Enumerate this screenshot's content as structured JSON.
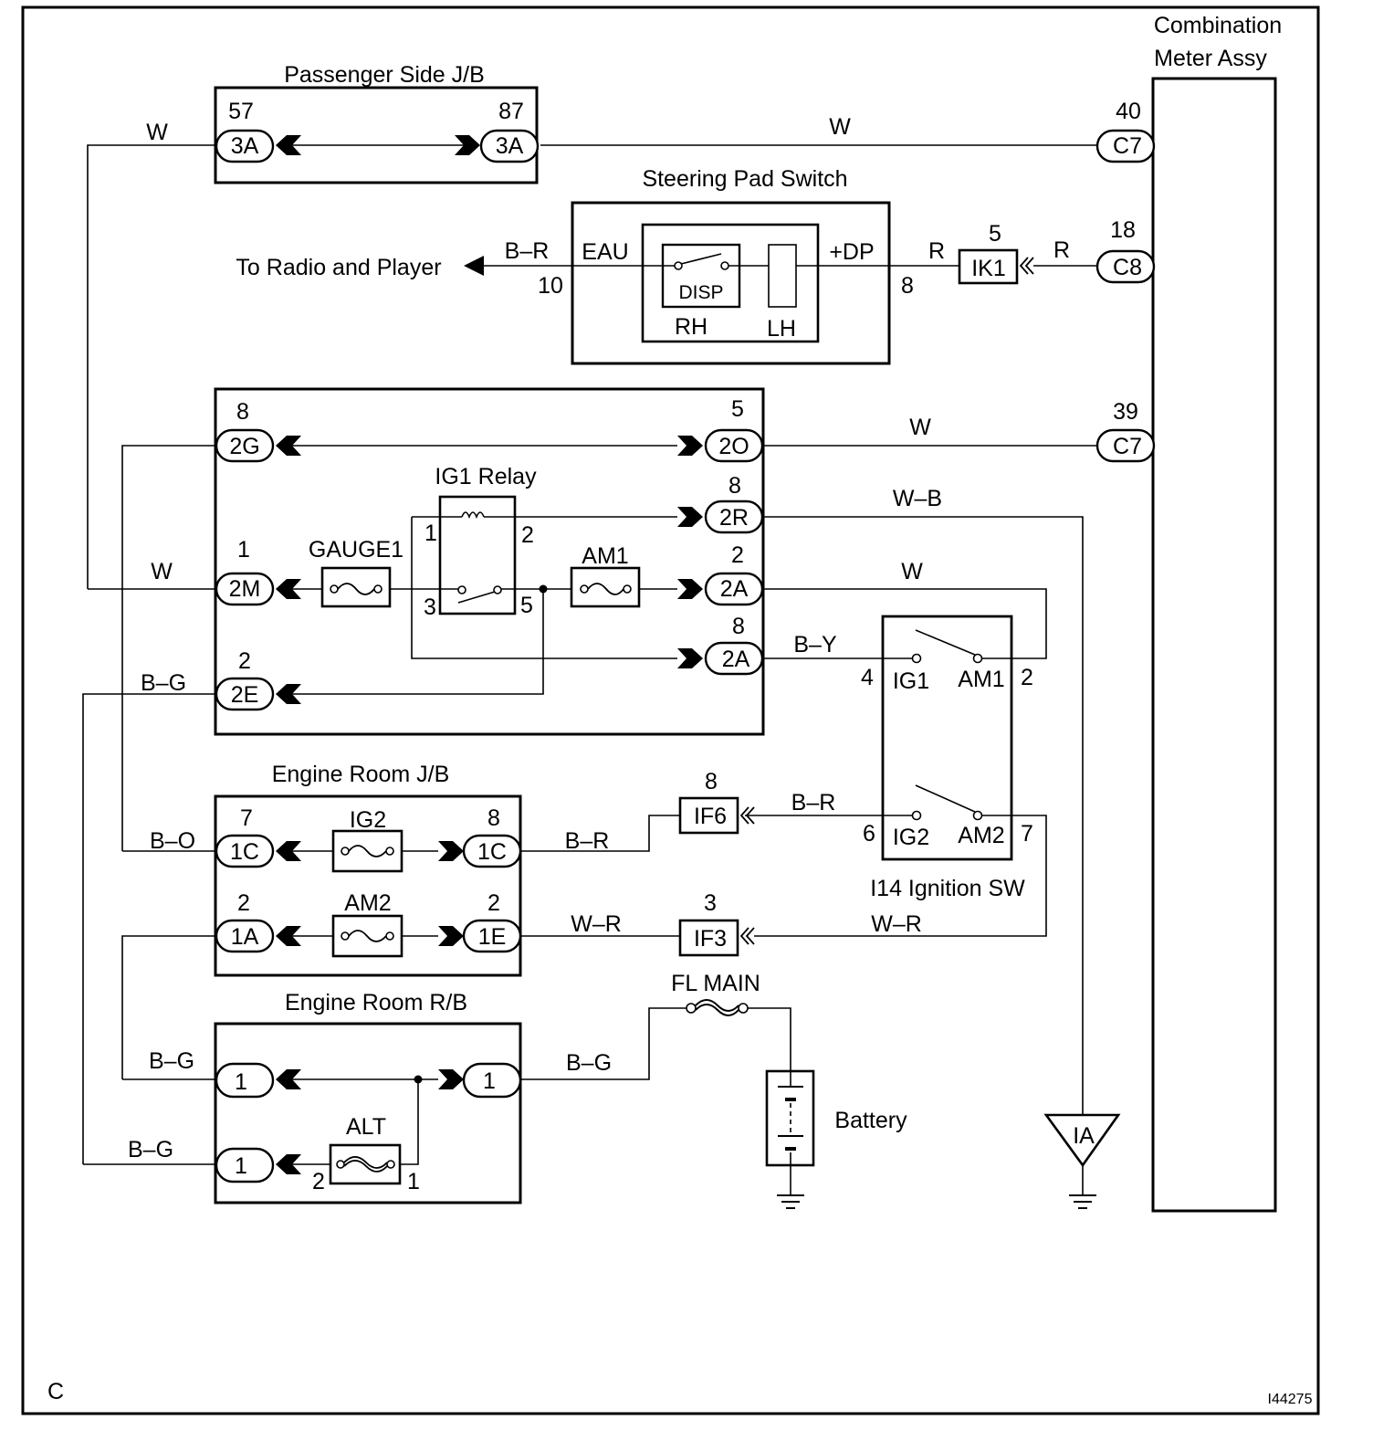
{
  "diagram_id": "I44275",
  "corner_label": "C",
  "components": {
    "passenger_jb": "Passenger Side J/B",
    "steering_pad_switch": "Steering Pad Switch",
    "combination_meter": [
      "Combination",
      "Meter Assy"
    ],
    "ig1_relay": "IG1 Relay",
    "engine_room_jb": "Engine Room J/B",
    "engine_room_rb": "Engine Room R/B",
    "ignition_sw": "I14 Ignition SW",
    "battery": "Battery",
    "to_radio": "To Radio and Player"
  },
  "fuses": {
    "gauge1": "GAUGE1",
    "am1": "AM1",
    "ig2": "IG2",
    "am2": "AM2",
    "alt": "ALT",
    "fl_main": "FL MAIN"
  },
  "switch_labels": {
    "disp": "DISP",
    "rh": "RH",
    "lh": "LH",
    "eau": "EAU",
    "dp": "+DP",
    "ig1": "IG1",
    "am1": "AM1",
    "ig2": "IG2",
    "am2": "AM2"
  },
  "connectors": {
    "pj_left": {
      "pin": "57",
      "code": "3A"
    },
    "pj_right": {
      "pin": "87",
      "code": "3A"
    },
    "meter_c7_top": {
      "pin": "40",
      "code": "C7"
    },
    "meter_c8": {
      "pin": "18",
      "code": "C8"
    },
    "meter_c7_mid": {
      "pin": "39",
      "code": "C7"
    },
    "ik1": {
      "pin": "5",
      "code": "IK1"
    },
    "c2g": {
      "pin": "8",
      "code": "2G"
    },
    "c2o": {
      "pin": "5",
      "code": "2O"
    },
    "c2r": {
      "pin": "8",
      "code": "2R"
    },
    "c2m": {
      "pin": "1",
      "code": "2M"
    },
    "c2a_top": {
      "pin": "2",
      "code": "2A"
    },
    "c2a_bot": {
      "pin": "8",
      "code": "2A"
    },
    "c2e": {
      "pin": "2",
      "code": "2E"
    },
    "c1c_left": {
      "pin": "7",
      "code": "1C"
    },
    "c1c_right": {
      "pin": "8",
      "code": "1C"
    },
    "c1a": {
      "pin": "2",
      "code": "1A"
    },
    "c1e": {
      "pin": "2",
      "code": "1E"
    },
    "if6": {
      "pin": "8",
      "code": "IF6"
    },
    "if3": {
      "pin": "3",
      "code": "IF3"
    },
    "rb_top_left": "1",
    "rb_top_right": "1",
    "rb_bot_left": "1",
    "ia": "IA"
  },
  "pins": {
    "eau_pin": "10",
    "dp_pin": "8",
    "relay_1": "1",
    "relay_2": "2",
    "relay_3": "3",
    "relay_5": "5",
    "sw_4": "4",
    "sw_2": "2",
    "sw_6": "6",
    "sw_7": "7",
    "alt_2": "2",
    "alt_1": "1"
  },
  "wires": {
    "w_pj_left": "W",
    "w_pj_right": "W",
    "br_radio": "B–R",
    "r_ik1_left": "R",
    "r_ik1_right": "R",
    "w_2o": "W",
    "wb_2r": "W–B",
    "w_2m": "W",
    "w_2a": "W",
    "by_2a": "B–Y",
    "bg_2e": "B–G",
    "bo_1c": "B–O",
    "br_1c": "B–R",
    "br_if6": "B–R",
    "wr_1e": "W–R",
    "wr_if3": "W–R",
    "bg_rb_top": "B–G",
    "bg_rb_bot": "B–G",
    "bg_rb_right": "B–G"
  }
}
